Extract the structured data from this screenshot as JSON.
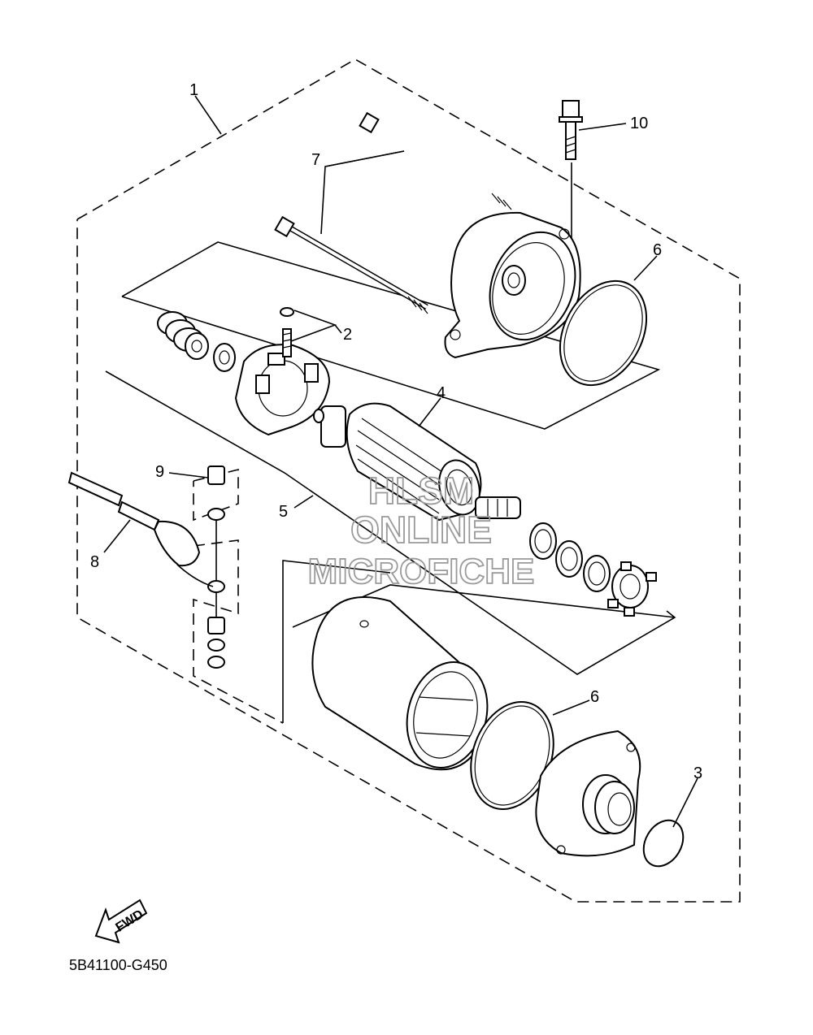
{
  "diagram": {
    "drawing_code": "5B41100-G450",
    "fwd_label": "FWD",
    "watermark": [
      "HLSM",
      "ONLINE",
      "MICROFICHE"
    ],
    "callouts": [
      {
        "id": "c1",
        "label": "1"
      },
      {
        "id": "c2",
        "label": "2"
      },
      {
        "id": "c3",
        "label": "3"
      },
      {
        "id": "c4",
        "label": "4"
      },
      {
        "id": "c5",
        "label": "5"
      },
      {
        "id": "c6a",
        "label": "6"
      },
      {
        "id": "c6b",
        "label": "6"
      },
      {
        "id": "c7",
        "label": "7"
      },
      {
        "id": "c8",
        "label": "8"
      },
      {
        "id": "c9",
        "label": "9"
      },
      {
        "id": "c10",
        "label": "10"
      }
    ]
  }
}
